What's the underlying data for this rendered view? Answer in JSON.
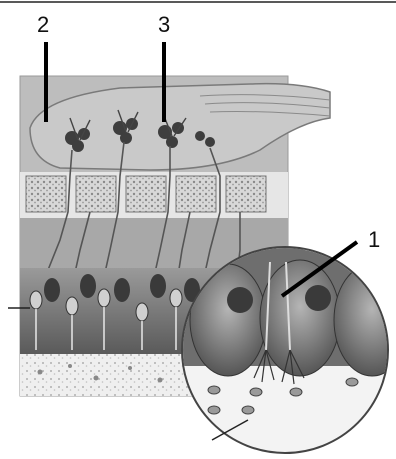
{
  "labels": {
    "one": "1",
    "two": "2",
    "three": "3"
  },
  "colors": {
    "background": "#ffffff",
    "tissue_dark": "#4a4a4a",
    "tissue_mid": "#8a8a8a",
    "tissue_light": "#c8c8c8",
    "line": "#111111"
  }
}
